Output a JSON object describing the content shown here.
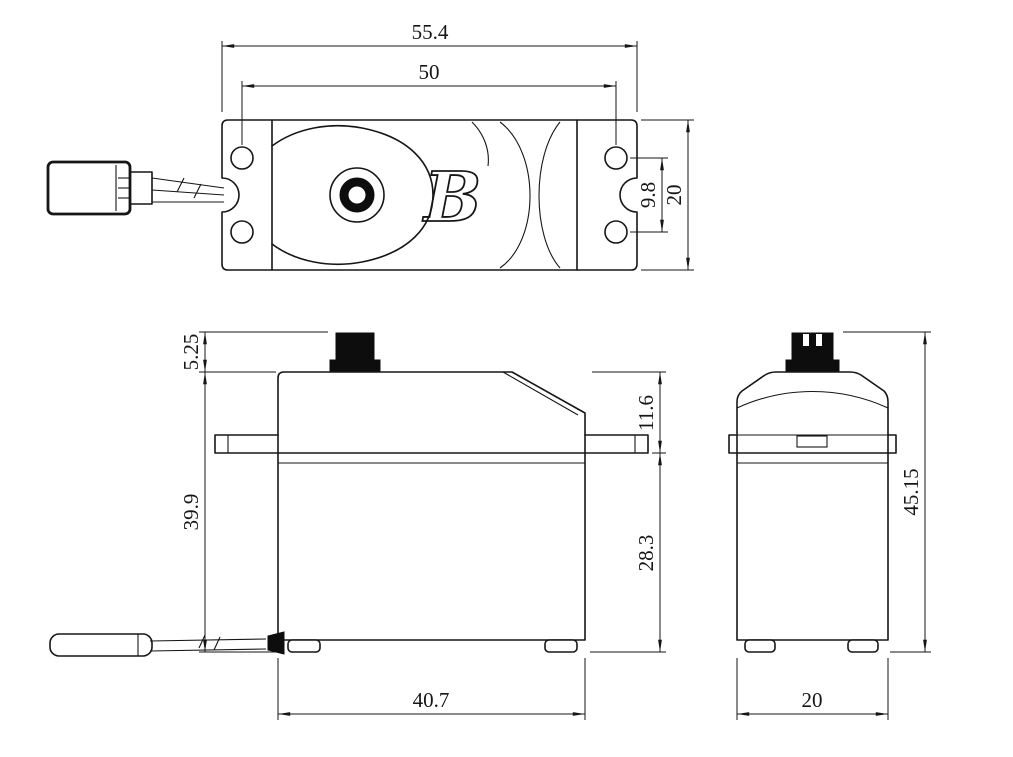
{
  "drawing": {
    "logo": "B",
    "top_view": {
      "overall_flange_length": "55.4",
      "mounting_hole_spacing": "50",
      "ear_hole_spacing": "9.8",
      "flange_width": "20"
    },
    "side_view": {
      "shaft_height": "5.25",
      "case_height": "39.9",
      "upper_section_height": "11.6",
      "lower_section_height": "28.3",
      "case_length": "40.7"
    },
    "front_view": {
      "overall_height": "45.15",
      "case_width": "20"
    }
  }
}
